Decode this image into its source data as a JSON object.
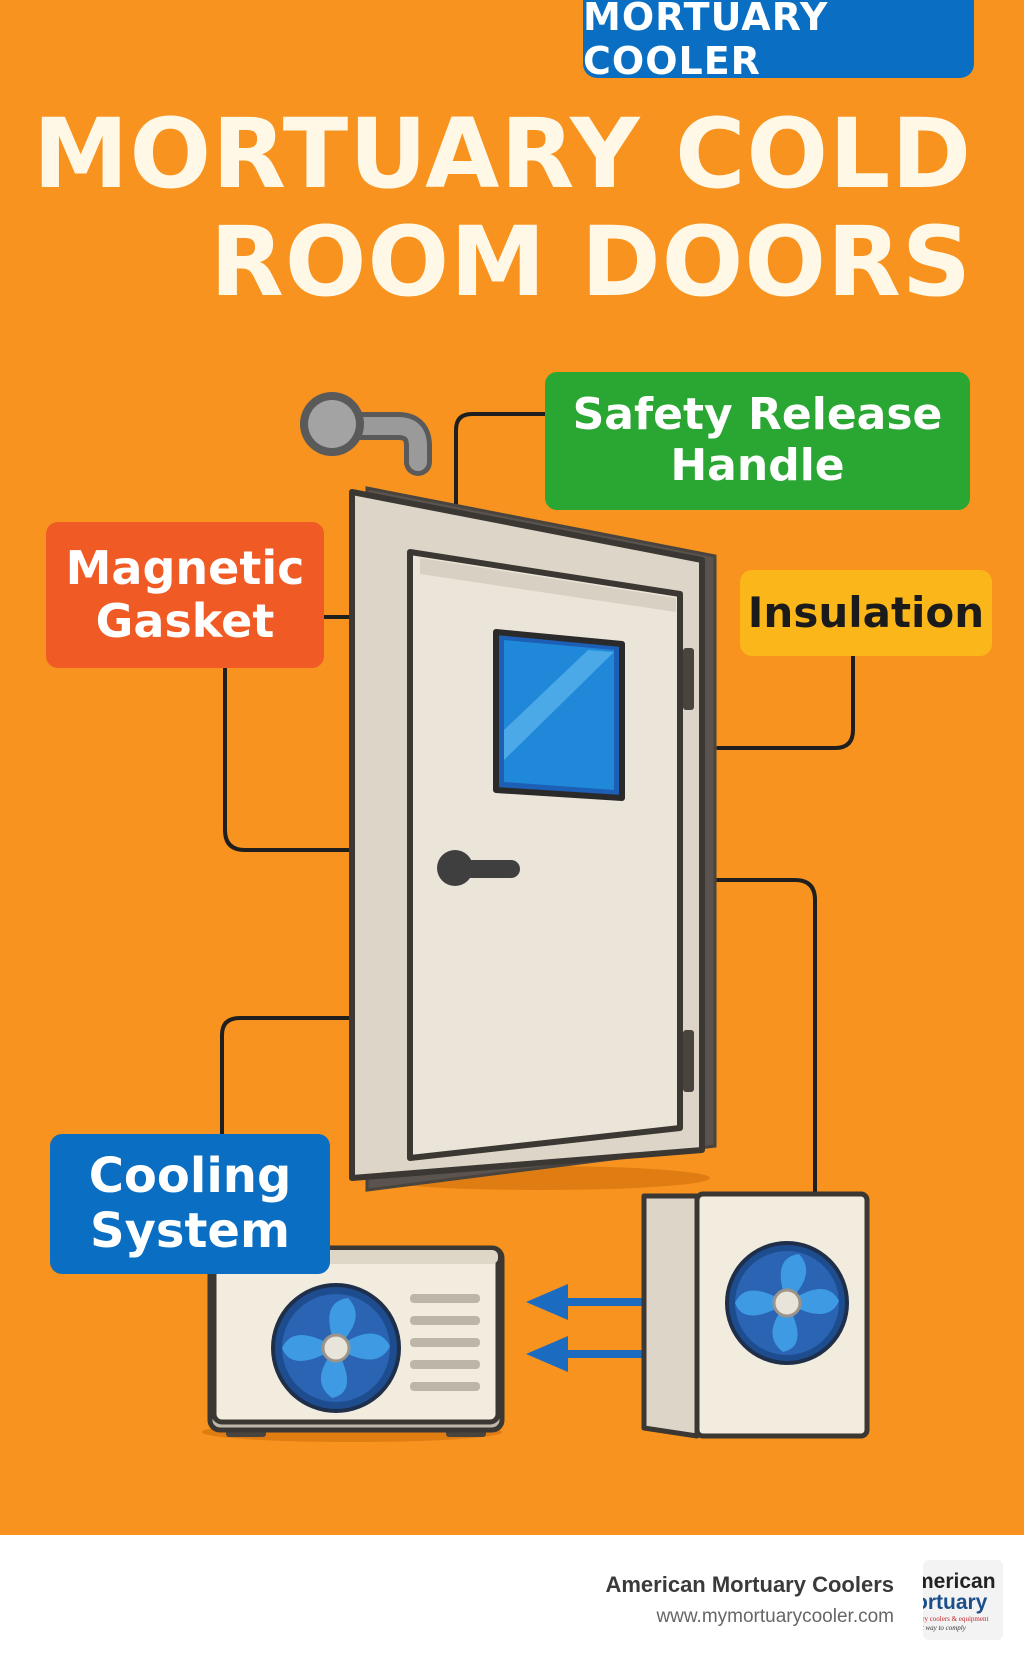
{
  "header": {
    "tag": "MORTUARY COOLER",
    "title_line1": "MORTUARY COLD",
    "title_line2": "ROOM DOORS"
  },
  "labels": {
    "safety_line1": "Safety Release",
    "safety_line2": "Handle",
    "gasket_line1": "Magnetic",
    "gasket_line2": "Gasket",
    "insulation": "Insulation",
    "cooling_line1": "Cooling",
    "cooling_line2": "System"
  },
  "colors": {
    "background": "#f7931e",
    "tag": "#0a6fc2",
    "safety": "#2aa632",
    "gasket": "#f05a24",
    "insulation": "#fbb71a",
    "cooling": "#0a6fc2",
    "title_text": "#fff8e7"
  },
  "icons": [
    "lever-handle-icon",
    "door-icon",
    "window-icon",
    "door-handle-icon",
    "condenser-unit-icon",
    "evaporator-unit-icon",
    "fan-icon",
    "arrow-left-icon"
  ],
  "footer": {
    "brand_name": "American Mortuary Coolers",
    "url": "www.mymortuarycooler.com",
    "logo_word1": "merican",
    "logo_word2": "ortuary",
    "logo_sub1": "ary coolers & equipment",
    "logo_sub2": "st way to comply"
  }
}
